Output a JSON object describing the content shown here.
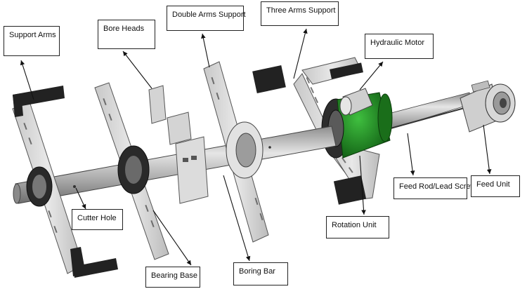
{
  "labels": {
    "support_arms": "Support Arms",
    "bore_heads": "Bore Heads",
    "double_arms_support": "Double Arms Support",
    "three_arms_support": "Three Arms Support",
    "hydraulic_motor": "Hydraulic Motor",
    "cutter_hole": "Cutter Hole",
    "bearing_base": "Bearing Base",
    "boring_bar": "Boring Bar",
    "rotation_unit": "Rotation Unit",
    "feed_rod_lead_screw": "Feed Rod/Lead Screw",
    "feed_unit": "Feed Unit"
  },
  "colors": {
    "metal": "#b9b9b9",
    "dark_metal": "#4a4a4a",
    "plate": "#d2d2d2",
    "motor_green": "#1f8a1f",
    "pad_black": "#222222"
  }
}
